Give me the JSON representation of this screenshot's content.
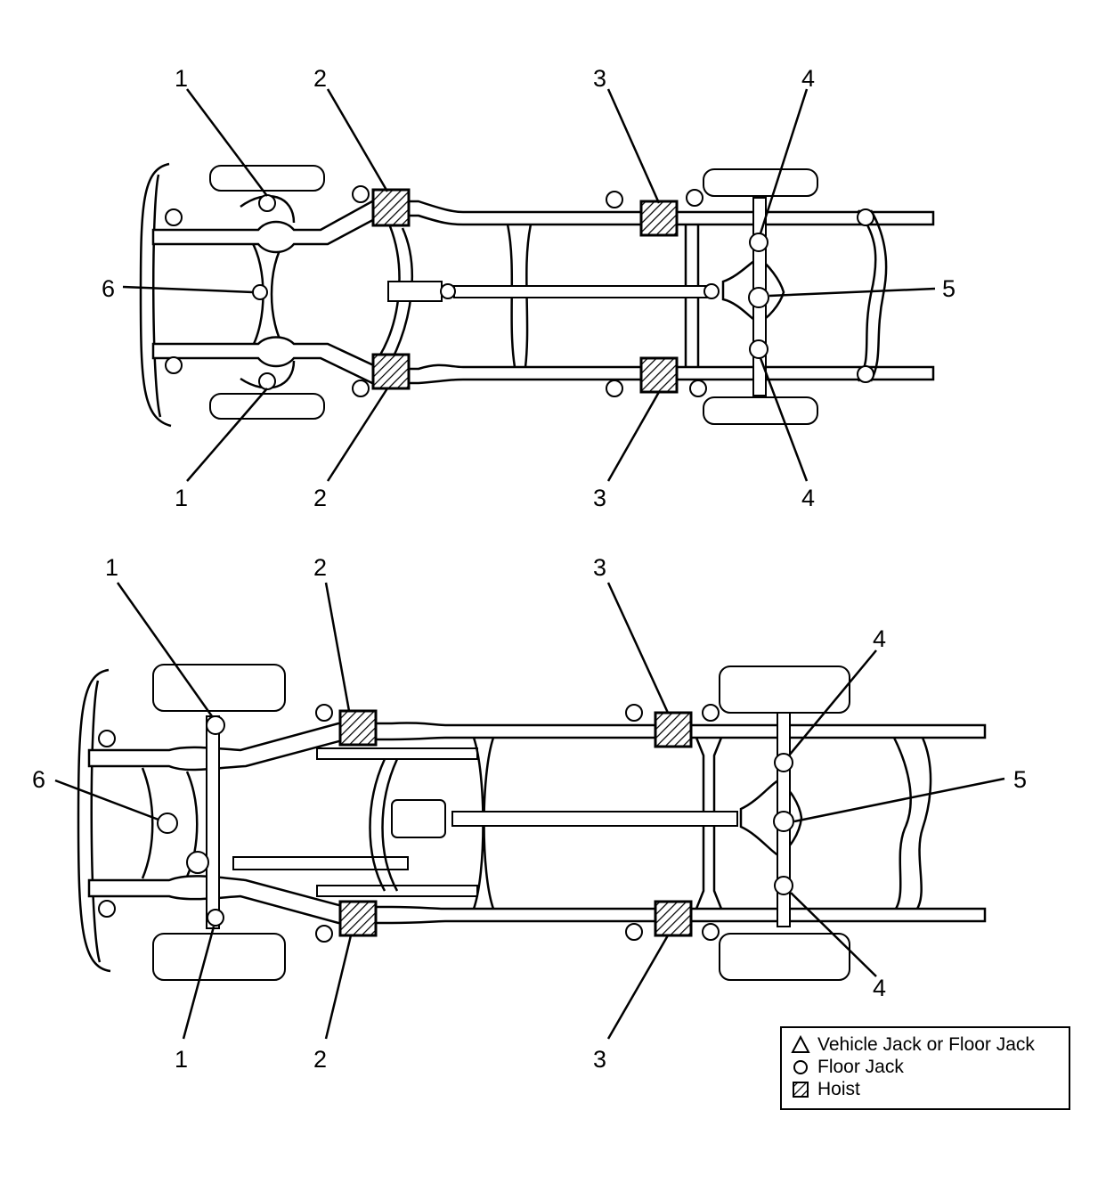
{
  "callouts": {
    "top": {
      "front_1": "1",
      "front_2": "2",
      "rear_3": "3",
      "rear_4": "4",
      "bottom_1": "1",
      "bottom_2": "2",
      "bottom_3": "3",
      "bottom_4": "4",
      "center_5": "5",
      "center_6": "6"
    },
    "bottom": {
      "front_1": "1",
      "front_2": "2",
      "rear_3": "3",
      "rear_4": "4",
      "bottom_1": "1",
      "bottom_2": "2",
      "bottom_3": "3",
      "bottom_4": "4",
      "center_5": "5",
      "center_6": "6"
    }
  },
  "legend": {
    "items": [
      {
        "symbol": "triangle-icon",
        "label": "Vehicle Jack or Floor Jack"
      },
      {
        "symbol": "circle-icon",
        "label": "Floor Jack"
      },
      {
        "symbol": "hatched-square-icon",
        "label": "Hoist"
      }
    ]
  }
}
